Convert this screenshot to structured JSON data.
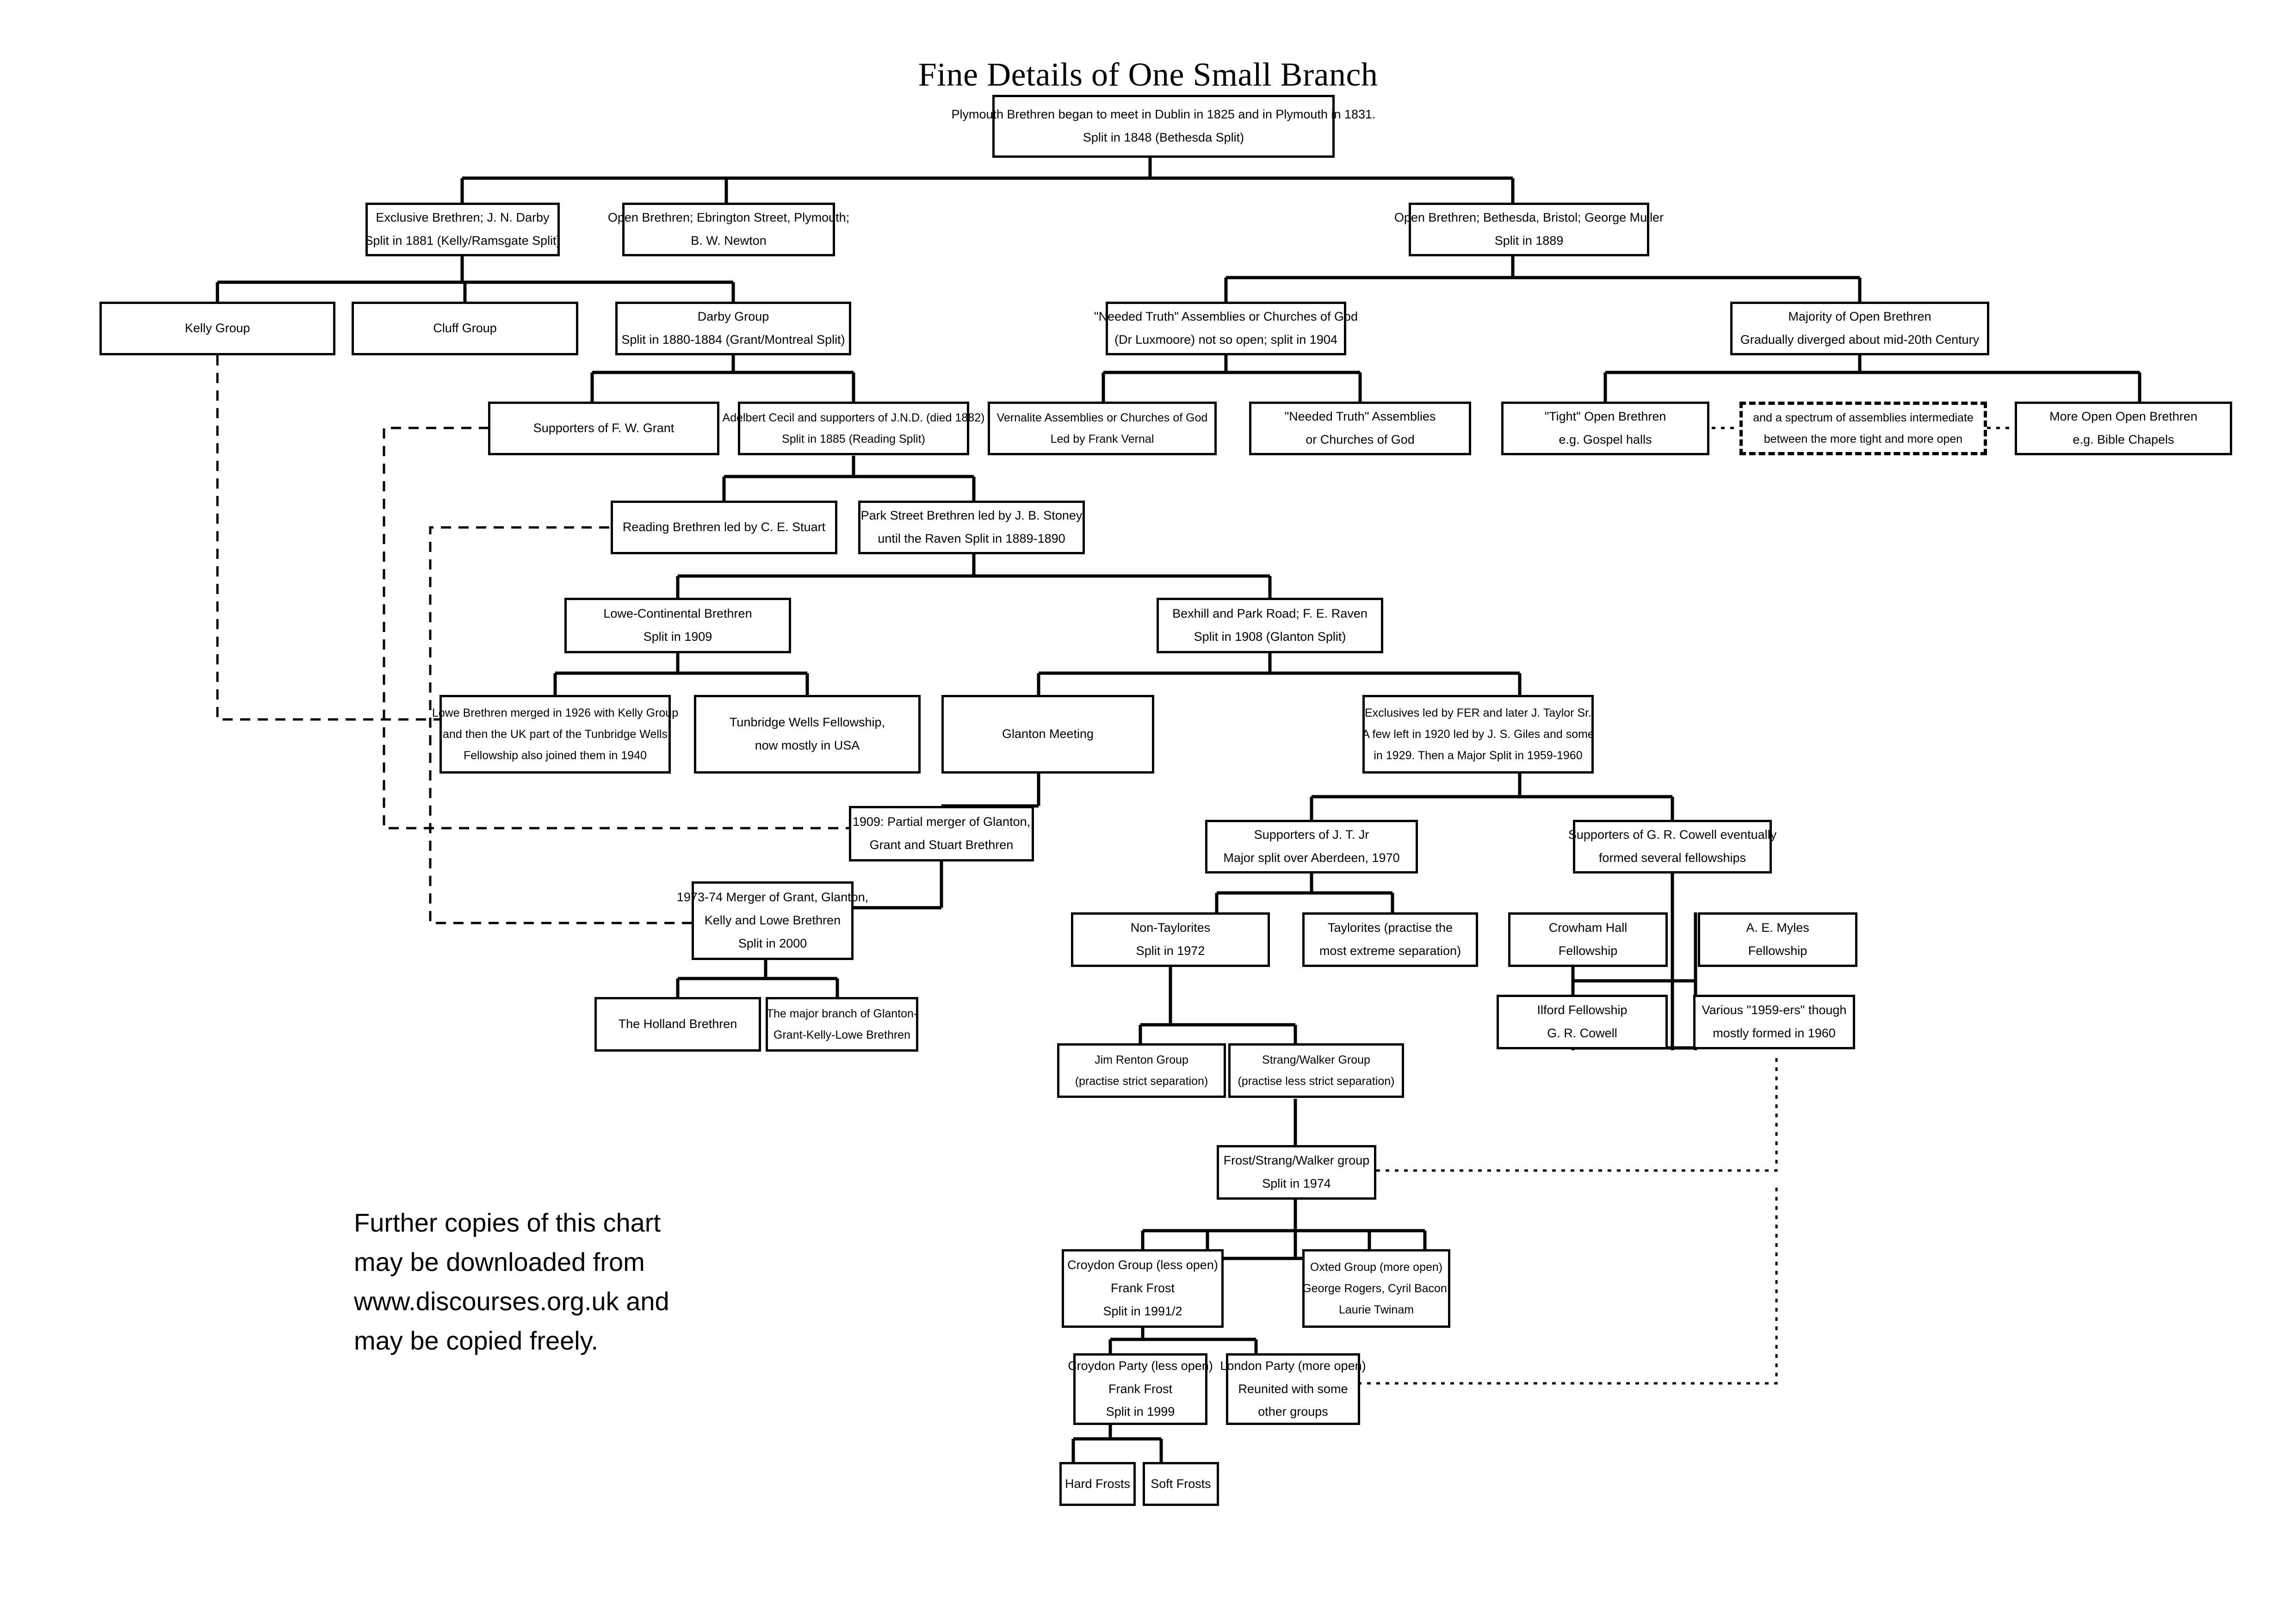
{
  "title": "Fine Details of One Small Branch",
  "footnote": {
    "line1": "Further copies of this chart",
    "line2": "may be downloaded from",
    "line3": "www.discourses.org.uk and",
    "line4": "may be copied freely."
  },
  "colors": {
    "background": "#ffffff",
    "box_border": "#000000",
    "text": "#000000",
    "connector": "#000000"
  },
  "chart_data": {
    "type": "diagram",
    "subtype": "organizational-genealogy-flowchart",
    "title": "Fine Details of One Small Branch",
    "node_count": 41,
    "nodes": [
      {
        "id": "root",
        "lines": [
          "Plymouth Brethren began to meet in Dublin in 1825 and in Plymouth in 1831.",
          "Split in 1848 (Bethesda Split)"
        ]
      },
      {
        "id": "exclusive",
        "lines": [
          "Exclusive Brethren; J. N. Darby",
          "Split in 1881 (Kelly/Ramsgate Split)"
        ]
      },
      {
        "id": "openEbr",
        "lines": [
          "Open Brethren; Ebrington Street, Plymouth;",
          "B. W. Newton"
        ]
      },
      {
        "id": "openBeth",
        "lines": [
          "Open Brethren; Bethesda, Bristol; George Muller",
          "Split in 1889"
        ]
      },
      {
        "id": "kelly",
        "lines": [
          "Kelly Group"
        ]
      },
      {
        "id": "cluff",
        "lines": [
          "Cluff Group"
        ]
      },
      {
        "id": "darby",
        "lines": [
          "Darby Group",
          "Split in 1880-1884 (Grant/Montreal Split)"
        ]
      },
      {
        "id": "neededTruth",
        "lines": [
          "\"Needed Truth\" Assemblies or Churches of God",
          "(Dr Luxmoore)  not so open; split in 1904"
        ]
      },
      {
        "id": "majorityOpen",
        "lines": [
          "Majority of Open Brethren",
          "Gradually diverged about mid-20th Century"
        ]
      },
      {
        "id": "grantSupp",
        "lines": [
          "Supporters of F. W. Grant"
        ]
      },
      {
        "id": "cecil",
        "lines": [
          "Adelbert Cecil and supporters of J.N.D. (died 1882)",
          "Split in 1885 (Reading Split)"
        ]
      },
      {
        "id": "vernalite",
        "lines": [
          "Vernalite Assemblies or Churches of God",
          "Led by Frank Vernal"
        ]
      },
      {
        "id": "ntAssemblies",
        "lines": [
          "\"Needed Truth\" Assemblies",
          "or Churches of God"
        ]
      },
      {
        "id": "tightOpen",
        "lines": [
          "\"Tight\" Open Brethren",
          "e.g. Gospel halls"
        ]
      },
      {
        "id": "spectrum",
        "lines": [
          "and a spectrum of assemblies intermediate",
          "between the more tight and more open"
        ],
        "style": "dashed"
      },
      {
        "id": "moreOpen",
        "lines": [
          "More Open Open Brethren",
          "e.g. Bible Chapels"
        ]
      },
      {
        "id": "reading",
        "lines": [
          "Reading Brethren led by C. E. Stuart"
        ]
      },
      {
        "id": "parkStreet",
        "lines": [
          "Park Street Brethren led by J. B. Stoney",
          "until the Raven Split in 1889-1890"
        ]
      },
      {
        "id": "lowe",
        "lines": [
          "Lowe-Continental Brethren",
          "Split in 1909"
        ]
      },
      {
        "id": "bexhill",
        "lines": [
          "Bexhill and Park Road; F. E. Raven",
          "Split in 1908 (Glanton Split)"
        ]
      },
      {
        "id": "loweMerged",
        "lines": [
          "Lowe Brethren merged in 1926 with Kelly Group",
          "and then the UK part of the Tunbridge Wells",
          "Fellowship also joined them in 1940"
        ]
      },
      {
        "id": "tunbridge",
        "lines": [
          "Tunbridge Wells Fellowship,",
          "now mostly in USA"
        ]
      },
      {
        "id": "glanton",
        "lines": [
          "Glanton Meeting"
        ]
      },
      {
        "id": "exclusivesFER",
        "lines": [
          "Exclusives led by FER and later J. Taylor Sr.",
          "A few left in 1920 led by J. S. Giles and some",
          "in 1929. Then a Major Split in 1959-1960"
        ]
      },
      {
        "id": "merge1909",
        "lines": [
          "1909: Partial merger of Glanton,",
          "Grant and Stuart Brethren"
        ]
      },
      {
        "id": "jtjr",
        "lines": [
          "Supporters of J. T. Jr",
          "Major split over Aberdeen, 1970"
        ]
      },
      {
        "id": "cowell",
        "lines": [
          "Supporters of G. R. Cowell eventually",
          "formed several fellowships"
        ]
      },
      {
        "id": "merge1973",
        "lines": [
          "1973-74 Merger of Grant, Glanton,",
          "Kelly and Lowe Brethren",
          "Split in 2000"
        ]
      },
      {
        "id": "nonTaylorite",
        "lines": [
          "Non-Taylorites",
          "Split in 1972"
        ]
      },
      {
        "id": "taylorites",
        "lines": [
          "Taylorites (practise the",
          "most extreme separation)"
        ]
      },
      {
        "id": "crowham",
        "lines": [
          "Crowham Hall",
          "Fellowship"
        ]
      },
      {
        "id": "myles",
        "lines": [
          "A. E. Myles",
          "Fellowship"
        ]
      },
      {
        "id": "ilford",
        "lines": [
          "Ilford Fellowship",
          "G. R. Cowell"
        ]
      },
      {
        "id": "ers1959",
        "lines": [
          "Various \"1959-ers\" though",
          "mostly formed in 1960"
        ]
      },
      {
        "id": "holland",
        "lines": [
          "The Holland Brethren"
        ]
      },
      {
        "id": "majorBranch",
        "lines": [
          "The major branch of Glanton-",
          "Grant-Kelly-Lowe Brethren"
        ]
      },
      {
        "id": "renton",
        "lines": [
          "Jim Renton Group",
          "(practise strict separation)"
        ]
      },
      {
        "id": "strangWalker",
        "lines": [
          "Strang/Walker Group",
          "(practise less strict separation)"
        ]
      },
      {
        "id": "frostStrang",
        "lines": [
          "Frost/Strang/Walker group",
          "Split in 1974"
        ]
      },
      {
        "id": "croydonGroup",
        "lines": [
          "Croydon Group (less open)",
          "Frank Frost",
          "Split in 1991/2"
        ]
      },
      {
        "id": "oxted",
        "lines": [
          "Oxted Group (more open)",
          "George Rogers, Cyril Bacon,",
          "Laurie Twinam"
        ]
      },
      {
        "id": "croydonParty",
        "lines": [
          "Croydon Party (less open)",
          "Frank Frost",
          "Split in 1999"
        ]
      },
      {
        "id": "londonParty",
        "lines": [
          "London Party (more open)",
          "Reunited with some",
          "other groups"
        ]
      },
      {
        "id": "hardFrosts",
        "lines": [
          "Hard Frosts"
        ]
      },
      {
        "id": "softFrosts",
        "lines": [
          "Soft Frosts"
        ]
      }
    ],
    "edges": [
      {
        "from": "root",
        "to": "exclusive",
        "style": "solid"
      },
      {
        "from": "root",
        "to": "openEbr",
        "style": "solid"
      },
      {
        "from": "root",
        "to": "openBeth",
        "style": "solid"
      },
      {
        "from": "exclusive",
        "to": "kelly",
        "style": "solid"
      },
      {
        "from": "exclusive",
        "to": "cluff",
        "style": "solid"
      },
      {
        "from": "exclusive",
        "to": "darby",
        "style": "solid"
      },
      {
        "from": "openBeth",
        "to": "neededTruth",
        "style": "solid"
      },
      {
        "from": "openBeth",
        "to": "majorityOpen",
        "style": "solid"
      },
      {
        "from": "darby",
        "to": "grantSupp",
        "style": "solid"
      },
      {
        "from": "darby",
        "to": "cecil",
        "style": "solid"
      },
      {
        "from": "neededTruth",
        "to": "vernalite",
        "style": "solid"
      },
      {
        "from": "neededTruth",
        "to": "ntAssemblies",
        "style": "solid"
      },
      {
        "from": "majorityOpen",
        "to": "tightOpen",
        "style": "solid"
      },
      {
        "from": "majorityOpen",
        "to": "spectrum",
        "style": "dotted"
      },
      {
        "from": "majorityOpen",
        "to": "moreOpen",
        "style": "solid"
      },
      {
        "from": "cecil",
        "to": "reading",
        "style": "solid"
      },
      {
        "from": "cecil",
        "to": "parkStreet",
        "style": "solid"
      },
      {
        "from": "parkStreet",
        "to": "lowe",
        "style": "solid"
      },
      {
        "from": "parkStreet",
        "to": "bexhill",
        "style": "solid"
      },
      {
        "from": "lowe",
        "to": "loweMerged",
        "style": "solid"
      },
      {
        "from": "lowe",
        "to": "tunbridge",
        "style": "solid"
      },
      {
        "from": "bexhill",
        "to": "glanton",
        "style": "solid"
      },
      {
        "from": "bexhill",
        "to": "exclusivesFER",
        "style": "solid"
      },
      {
        "from": "glanton",
        "to": "merge1909",
        "style": "solid"
      },
      {
        "from": "exclusivesFER",
        "to": "jtjr",
        "style": "solid"
      },
      {
        "from": "exclusivesFER",
        "to": "cowell",
        "style": "solid"
      },
      {
        "from": "merge1909",
        "to": "merge1973",
        "style": "solid"
      },
      {
        "from": "jtjr",
        "to": "nonTaylorite",
        "style": "solid"
      },
      {
        "from": "jtjr",
        "to": "taylorites",
        "style": "solid"
      },
      {
        "from": "cowell",
        "to": "crowham",
        "style": "solid"
      },
      {
        "from": "cowell",
        "to": "myles",
        "style": "solid"
      },
      {
        "from": "cowell",
        "to": "ilford",
        "style": "solid"
      },
      {
        "from": "cowell",
        "to": "ers1959",
        "style": "solid"
      },
      {
        "from": "merge1973",
        "to": "holland",
        "style": "solid"
      },
      {
        "from": "merge1973",
        "to": "majorBranch",
        "style": "solid"
      },
      {
        "from": "nonTaylorite",
        "to": "renton",
        "style": "solid"
      },
      {
        "from": "nonTaylorite",
        "to": "strangWalker",
        "style": "solid"
      },
      {
        "from": "strangWalker",
        "to": "frostStrang",
        "style": "solid"
      },
      {
        "from": "frostStrang",
        "to": "croydonGroup",
        "style": "solid"
      },
      {
        "from": "frostStrang",
        "to": "oxted",
        "style": "solid"
      },
      {
        "from": "croydonGroup",
        "to": "croydonParty",
        "style": "solid"
      },
      {
        "from": "croydonGroup",
        "to": "londonParty",
        "style": "solid"
      },
      {
        "from": "croydonParty",
        "to": "hardFrosts",
        "style": "solid"
      },
      {
        "from": "croydonParty",
        "to": "softFrosts",
        "style": "solid"
      },
      {
        "from": "kelly",
        "to": "loweMerged",
        "style": "dashed"
      },
      {
        "from": "grantSupp",
        "to": "merge1909",
        "style": "dashed"
      },
      {
        "from": "reading",
        "to": "merge1973",
        "style": "dashed"
      },
      {
        "from": "ers1959",
        "to": "londonParty",
        "style": "dotted"
      },
      {
        "from": "frostStrang",
        "to": "ers1959",
        "style": "dotted"
      }
    ]
  }
}
